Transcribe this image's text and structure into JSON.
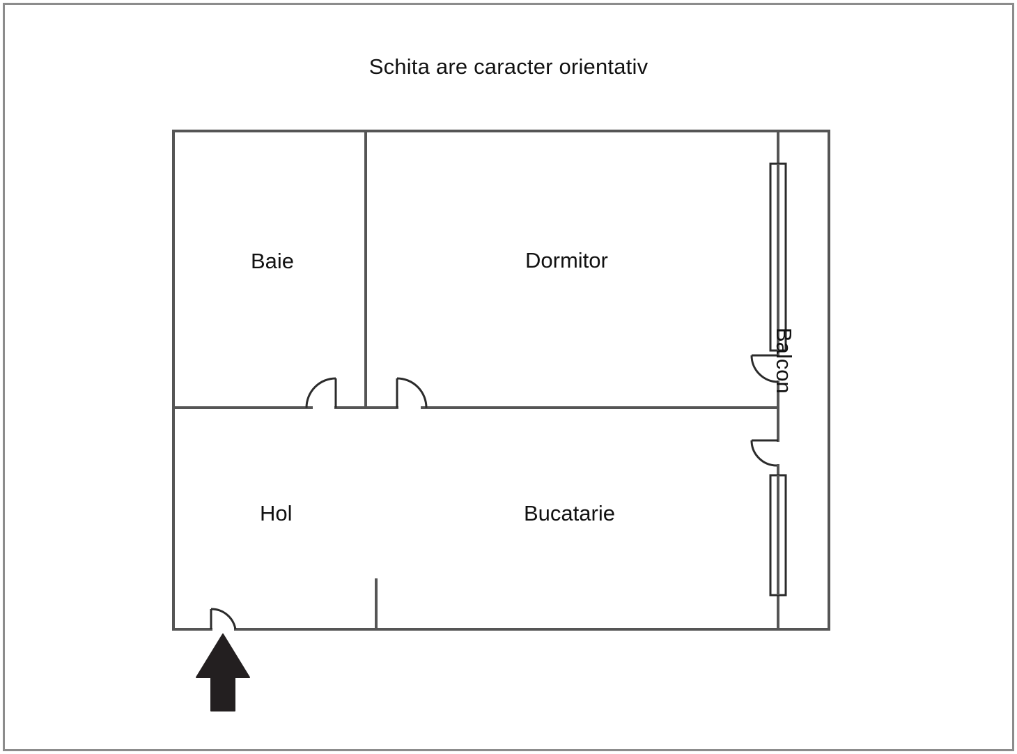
{
  "page": {
    "title": "Schita are caracter orientativ",
    "background_color": "#ffffff",
    "frame_color": "#8c8c8c",
    "line_color": "#555555",
    "text_color": "#111111"
  },
  "floorplan": {
    "title": "Schita are caracter orientativ",
    "rooms": [
      {
        "id": "baie",
        "label": "Baie"
      },
      {
        "id": "dormitor",
        "label": "Dormitor"
      },
      {
        "id": "hol",
        "label": "Hol"
      },
      {
        "id": "bucatarie",
        "label": "Bucatarie"
      },
      {
        "id": "balcon",
        "label": "Balcon"
      }
    ],
    "features": {
      "entry_arrow": "entry-direction-arrow",
      "doors": [
        "baie-door",
        "dormitor-door",
        "balcon-door-upper",
        "balcon-door-lower",
        "entrance-door"
      ],
      "windows": [
        "balcon-window-upper",
        "balcon-window-lower"
      ]
    }
  }
}
